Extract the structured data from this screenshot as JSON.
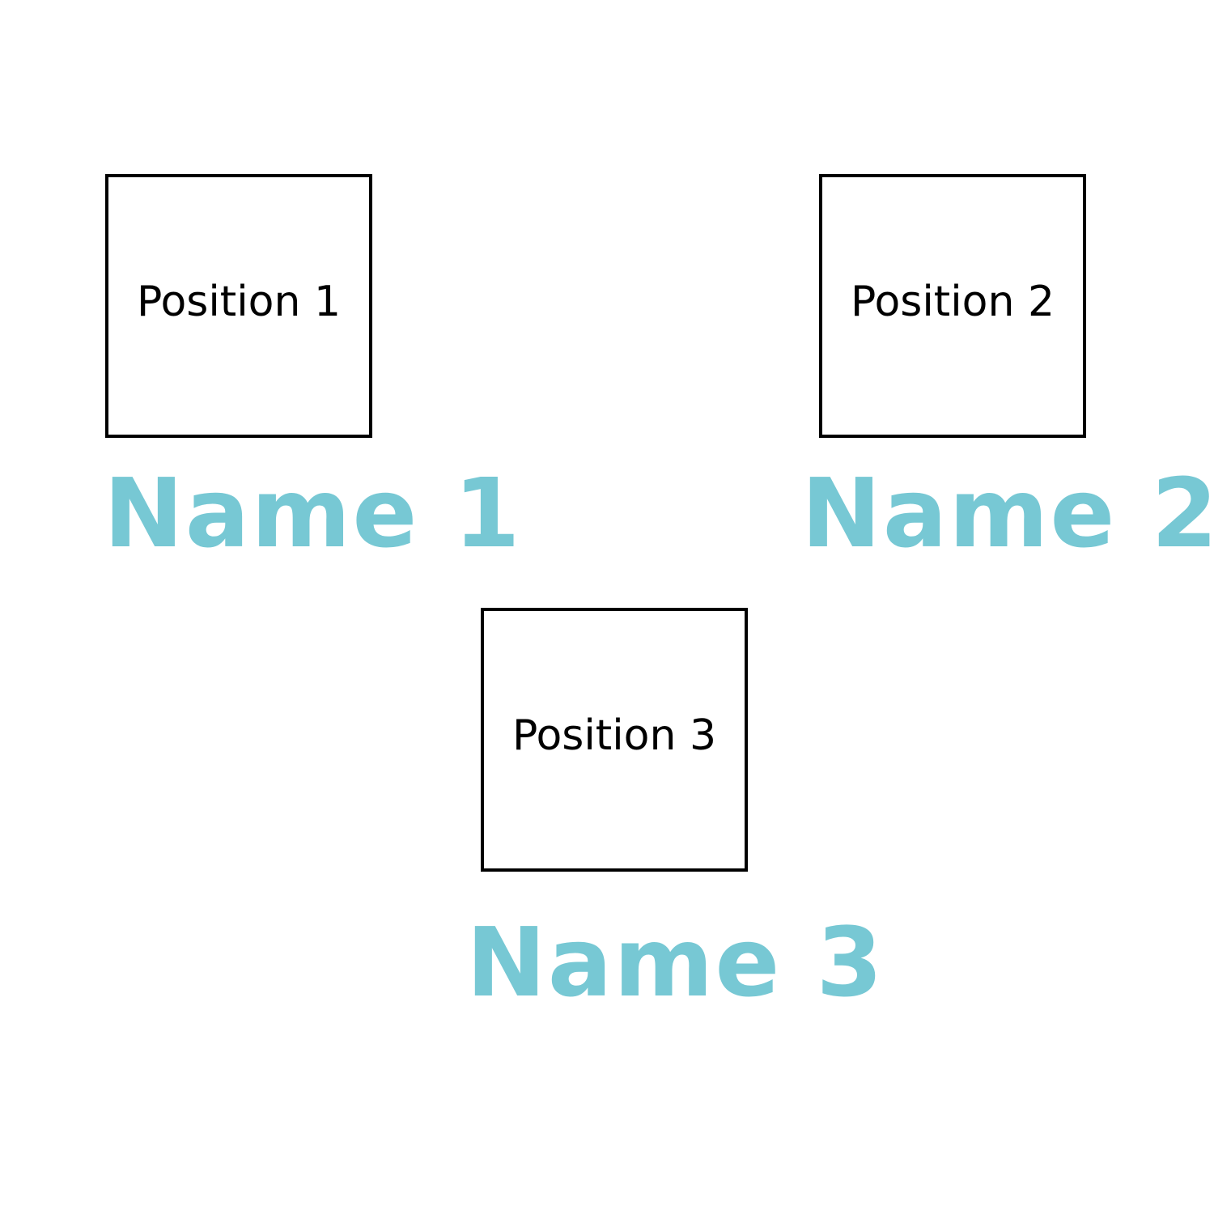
{
  "colors": {
    "name_text": "#77c8d4",
    "box_border": "#000000",
    "position_text": "#000000",
    "background": "#ffffff"
  },
  "positions": [
    {
      "position_label": "Position 1",
      "name_label": "Name 1"
    },
    {
      "position_label": "Position 2",
      "name_label": "Name 2"
    },
    {
      "position_label": "Position 3",
      "name_label": "Name 3"
    }
  ]
}
